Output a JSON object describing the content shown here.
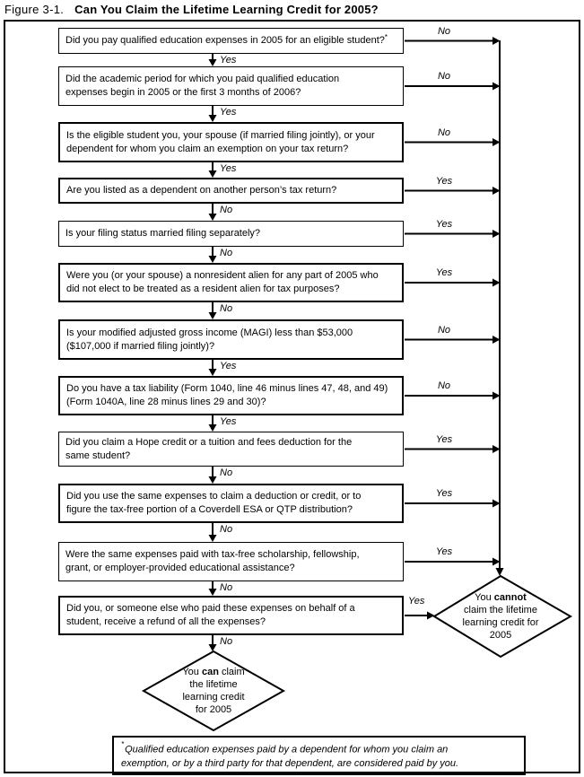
{
  "figure": {
    "label": "Figure 3-1.",
    "title": "Can You Claim the Lifetime Learning Credit for 2005?"
  },
  "questions": [
    {
      "text": "Did you pay qualified education expenses in 2005 for an eligible student?",
      "footnote_marker": "*",
      "down_label": "Yes",
      "side_label": "No"
    },
    {
      "text": "Did the academic period for which you paid qualified education\nexpenses begin in 2005 or the first 3 months of 2006?",
      "down_label": "Yes",
      "side_label": "No"
    },
    {
      "text": "Is the eligible student you, your spouse (if married filing jointly), or your\ndependent for whom you claim an exemption on your tax return?",
      "down_label": "Yes",
      "side_label": "No"
    },
    {
      "text": "Are you listed as a dependent on another person’s tax return?",
      "down_label": "No",
      "side_label": "Yes"
    },
    {
      "text": "Is your filing status married filing separately?",
      "down_label": "No",
      "side_label": "Yes"
    },
    {
      "text": "Were you (or your spouse) a nonresident alien for any part of 2005 who\ndid not elect to be treated as a resident alien for tax purposes?",
      "down_label": "No",
      "side_label": "Yes"
    },
    {
      "text": "Is your modified adjusted gross income (MAGI) less than $53,000\n($107,000 if married filing jointly)?",
      "down_label": "Yes",
      "side_label": "No"
    },
    {
      "text": "Do you have a tax liability (Form 1040, line 46 minus lines 47, 48, and 49)\n(Form 1040A, line 28 minus lines 29 and 30)?",
      "down_label": "Yes",
      "side_label": "No"
    },
    {
      "text": "Did you claim a Hope credit or a tuition and fees deduction for the\nsame student?",
      "down_label": "No",
      "side_label": "Yes"
    },
    {
      "text": "Did you use the same expenses to claim a deduction or credit, or to\nfigure the tax-free portion of a Coverdell ESA or QTP distribution?",
      "down_label": "No",
      "side_label": "Yes"
    },
    {
      "text": "Were the same expenses paid with tax-free scholarship, fellowship,\ngrant, or employer-provided educational assistance?",
      "down_label": "No",
      "side_label": "Yes"
    },
    {
      "text": "Did you, or someone else who paid these expenses on behalf of a\nstudent, receive a refund of all the expenses?",
      "down_label": "No",
      "side_label": "Yes"
    }
  ],
  "outcomes": {
    "cannot": {
      "line1_pre": "You ",
      "line1_bold": "cannot",
      "line1_post": "",
      "line2": "claim the lifetime",
      "line3": "learning credit for",
      "line4": "2005"
    },
    "can": {
      "line1_pre": "You ",
      "line1_bold": "can",
      "line1_post": " claim",
      "line2": "the lifetime",
      "line3": "learning credit",
      "line4": "for 2005"
    }
  },
  "footnote": {
    "marker": "*",
    "line1": "Qualified education expenses paid by a dependent for whom you claim an",
    "line2": "exemption, or by a third party for that dependent, are considered paid by you."
  }
}
